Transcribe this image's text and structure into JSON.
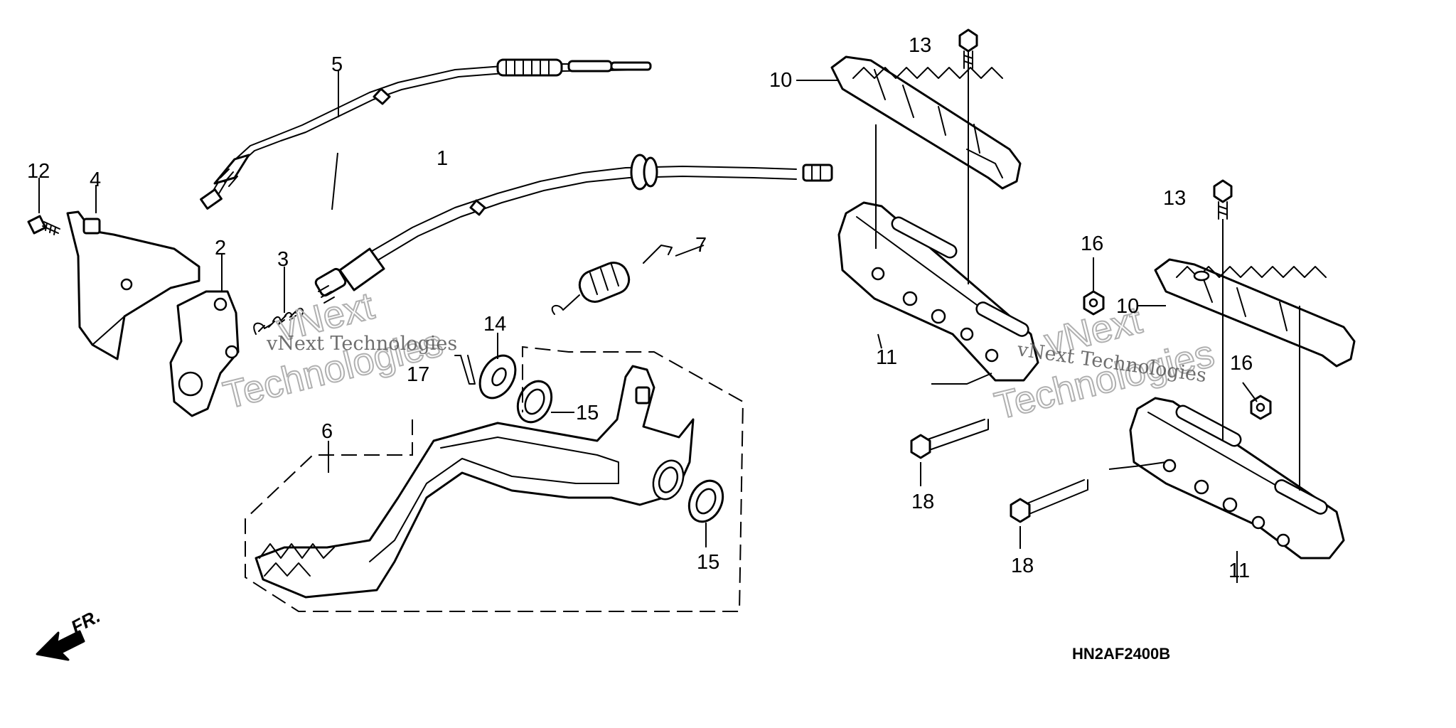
{
  "callouts": {
    "c1": "1",
    "c2": "2",
    "c3": "3",
    "c4": "4",
    "c5": "5",
    "c6": "6",
    "c7": "7",
    "c10a": "10",
    "c10b": "10",
    "c11a": "11",
    "c11b": "11",
    "c12": "12",
    "c13a": "13",
    "c13b": "13",
    "c14": "14",
    "c15a": "15",
    "c15b": "15",
    "c16a": "16",
    "c16b": "16",
    "c17": "17",
    "c18a": "18",
    "c18b": "18"
  },
  "diagram_code": "HN2AF2400B",
  "front_arrow_label": "FR.",
  "watermark": {
    "small": "vNext Technologies",
    "big_line1": "vNext",
    "big_line2": "Technologies"
  }
}
